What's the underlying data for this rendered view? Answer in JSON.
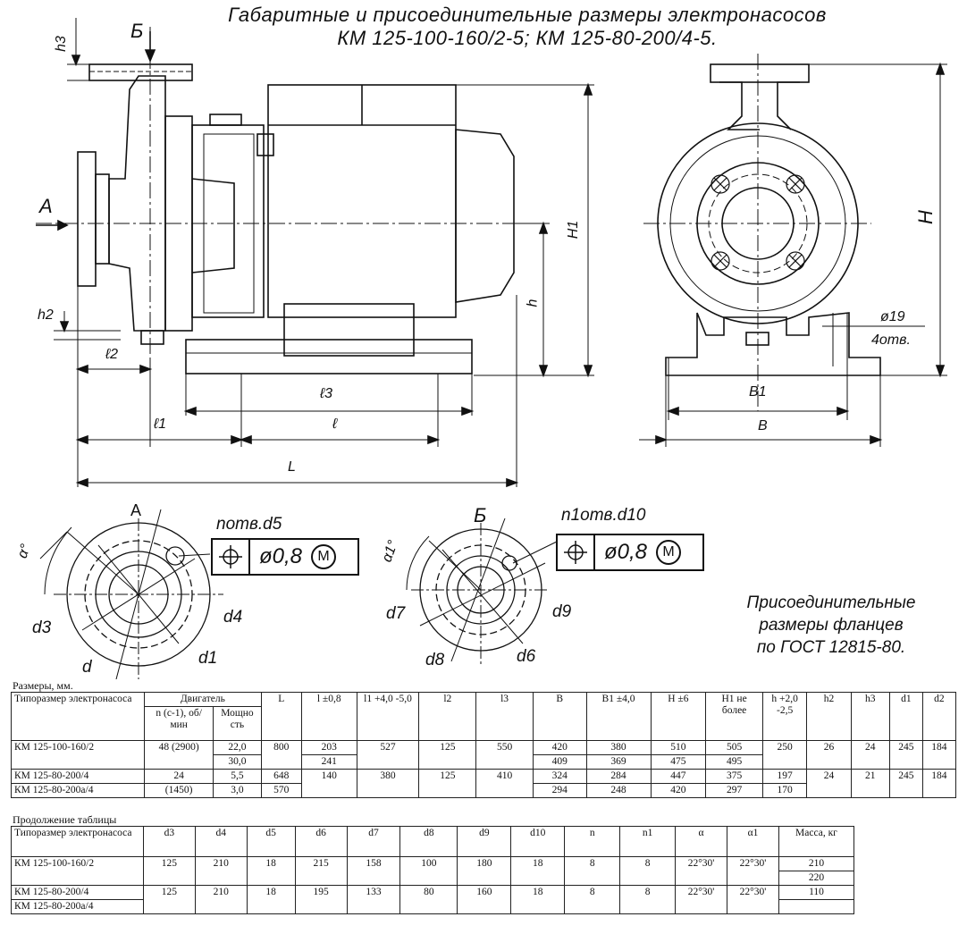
{
  "title": {
    "line1": "Габаритные и присоединительные размеры электронасосов",
    "line2": "КМ 125-100-160/2-5; КМ 125-80-200/4-5."
  },
  "drawing_labels": {
    "h3": "h3",
    "B_view": "Б",
    "A_view": "А",
    "H1": "H1",
    "h": "h",
    "h2": "h2",
    "l2": "ℓ2",
    "l3": "ℓ3",
    "l1": "ℓ1",
    "l": "ℓ",
    "L": "L",
    "H": "H",
    "dia19": "ø19",
    "holes4": "4отв.",
    "B1": "B1",
    "B": "B",
    "sectionA": "А",
    "sectionB": "Б",
    "n_holes_d5": "nотв.d5",
    "n1_holes_d10": "n1отв.d10",
    "tol1": "ø0,8",
    "tol2": "ø0,8",
    "M": "M",
    "alpha": "α°",
    "alpha1": "α1°",
    "d3": "d3",
    "d4": "d4",
    "d1": "d1",
    "d": "d",
    "d7": "d7",
    "d9": "d9",
    "d8": "d8",
    "d6": "d6"
  },
  "gost_note": [
    "Присоединительные",
    "размеры фланцев",
    "по ГОСТ 12815-80."
  ],
  "table1": {
    "caption": "Размеры, мм.",
    "headers": {
      "type": "Типоразмер электронасоса",
      "motor": "Двигатель",
      "n": "n (с-1), об/мин",
      "power": "Мощно сть",
      "L": "L",
      "l": "l ±0,8",
      "l1": "l1 +4,0 -5,0",
      "l2": "l2",
      "l3": "l3",
      "B": "B",
      "B1": "B1 ±4,0",
      "H": "H ±6",
      "H1": "H1 не более",
      "h": "h +2,0 -2,5",
      "h2": "h2",
      "h3": "h3",
      "d1": "d1",
      "d2": "d2"
    },
    "rows": [
      {
        "type": "КМ 125-100-160/2",
        "n": "48 (2900)",
        "power": [
          "22,0",
          "30,0"
        ],
        "L": "800",
        "l": [
          "203",
          "241"
        ],
        "l1": "527",
        "l2": "125",
        "l3": "550",
        "B": [
          "420",
          "409"
        ],
        "B1": [
          "380",
          "369"
        ],
        "H": [
          "510",
          "475"
        ],
        "H1": [
          "505",
          "495"
        ],
        "h": "250",
        "h2": "26",
        "h3": "24",
        "d1": "245",
        "d2": "184"
      },
      {
        "type": "КМ 125-80-200/4",
        "n": "24",
        "power": "5,5",
        "L": "648",
        "l": "140",
        "l1": "380",
        "l2": "125",
        "l3": "410",
        "B": "324",
        "B1": "284",
        "H": "447",
        "H1": "375",
        "h": "197",
        "h2": "24",
        "h3": "21",
        "d1": "245",
        "d2": "184"
      },
      {
        "type": "КМ 125-80-200а/4",
        "n": "(1450)",
        "power": "3,0",
        "L": "570",
        "B": "294",
        "B1": "248",
        "H": "420",
        "H1": "297",
        "h": "170"
      }
    ]
  },
  "table2": {
    "caption": "Продолжение таблицы",
    "headers": [
      "Типоразмер электронасоса",
      "d3",
      "d4",
      "d5",
      "d6",
      "d7",
      "d8",
      "d9",
      "d10",
      "n",
      "n1",
      "α",
      "α1",
      "Масса, кг"
    ],
    "rows": [
      [
        "КМ 125-100-160/2",
        "125",
        "210",
        "18",
        "215",
        "158",
        "100",
        "180",
        "18",
        "8",
        "8",
        "22°30'",
        "22°30'"
      ],
      [
        "КМ 125-80-200/4",
        "125",
        "210",
        "18",
        "195",
        "133",
        "80",
        "160",
        "18",
        "8",
        "8",
        "22°30'",
        "22°30'"
      ],
      [
        "КМ 125-80-200а/4",
        "",
        "",
        "",
        "",
        "",
        "",
        "",
        "",
        "",
        "",
        "",
        ""
      ]
    ],
    "mass": [
      "210",
      "220",
      "110",
      ""
    ]
  }
}
